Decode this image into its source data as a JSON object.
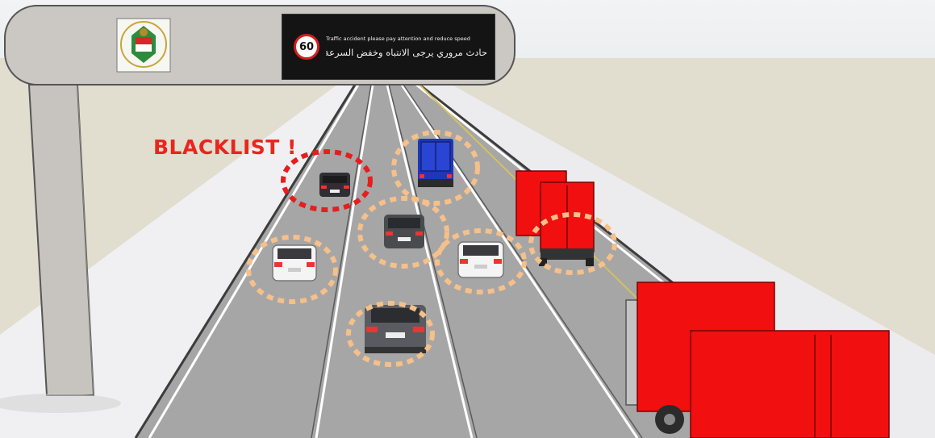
{
  "scene": {
    "annotation": {
      "text": "BLACKLIST !",
      "color": "#e8261f"
    },
    "gantry_sign": {
      "speed_limit": "60",
      "message_en": "Traffic accident please pay attention and reduce speed",
      "message_ar": "حادث مروري يرجى الانتباه وخفض السرعة"
    },
    "colors": {
      "tracking_ring": "#f5c08a",
      "blacklist_ring": "#e61e1e",
      "truck": "#f20f0f",
      "sign_board": "#141414",
      "road": "#a6a6a6"
    },
    "icons": [
      "police-emblem-icon",
      "speed-limit-icon"
    ]
  }
}
